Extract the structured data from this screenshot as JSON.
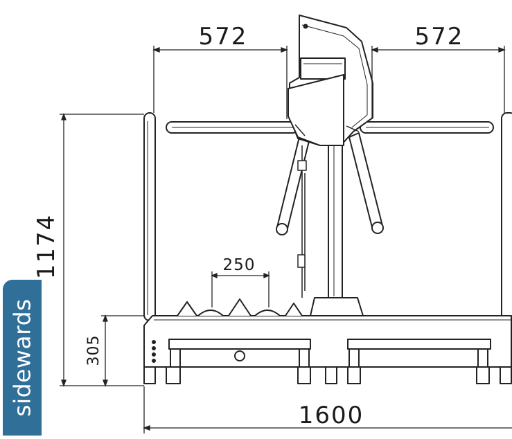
{
  "diagram": {
    "dimensions": {
      "left_arm_width": "572",
      "right_arm_width": "572",
      "overall_height": "1174",
      "base_height": "305",
      "spike_spacing": "250",
      "overall_width": "1600"
    }
  },
  "side_label": "sidewards",
  "colors": {
    "line": "#222222",
    "tab": "#2f6f98",
    "tab_text": "#ffffff"
  }
}
